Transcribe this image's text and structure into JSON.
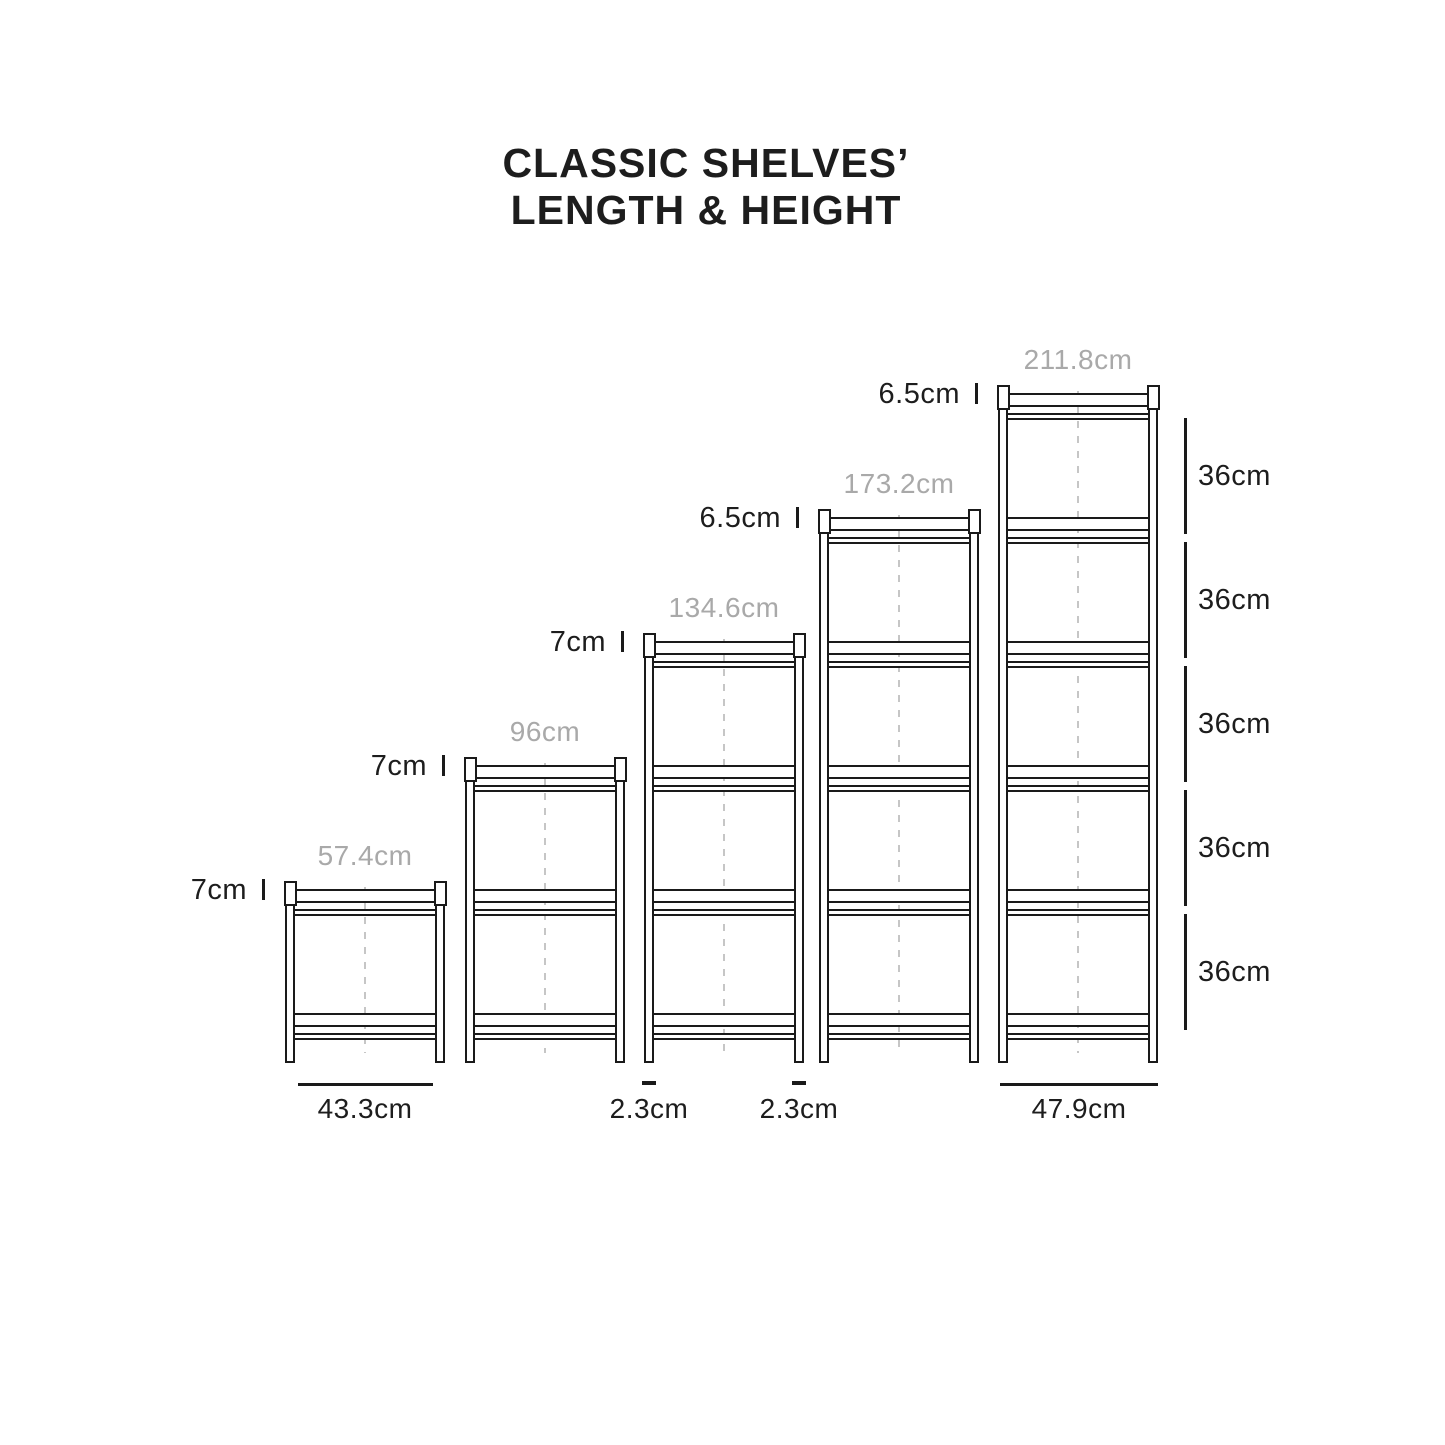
{
  "title": {
    "line1": "CLASSIC SHELVES’",
    "line2": "LENGTH & HEIGHT"
  },
  "colors": {
    "background": "#ffffff",
    "ink": "#1d1d1d",
    "line": "#1a1a1a",
    "gray_label": "#a9a9a9",
    "dash": "#c6c6c6"
  },
  "units": [
    {
      "name": "2-tier",
      "height_label": "57.4cm",
      "top_frame_label": "7cm",
      "shelf_count": 2,
      "width_label": "43.3cm"
    },
    {
      "name": "3-tier",
      "height_label": "96cm",
      "top_frame_label": "7cm",
      "shelf_count": 3
    },
    {
      "name": "4-tier",
      "height_label": "134.6cm",
      "top_frame_label": "7cm",
      "shelf_count": 4,
      "post_thickness_labels": [
        "2.3cm",
        "2.3cm"
      ]
    },
    {
      "name": "5-tier",
      "height_label": "173.2cm",
      "top_frame_label": "6.5cm",
      "shelf_count": 5
    },
    {
      "name": "6-tier",
      "height_label": "211.8cm",
      "top_frame_label": "6.5cm",
      "shelf_count": 6,
      "width_label": "47.9cm"
    }
  ],
  "shelf_gap_labels": [
    "36cm",
    "36cm",
    "36cm",
    "36cm",
    "36cm"
  ]
}
